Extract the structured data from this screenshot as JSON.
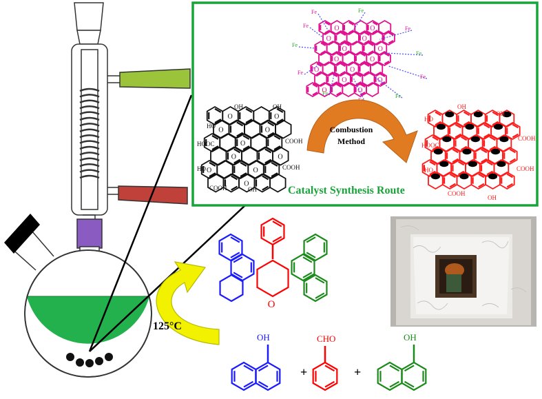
{
  "labels": {
    "combustion_line1": "Combustion",
    "combustion_line2": "Method",
    "route": "Catalyst Synthesis Route",
    "temperature": "125°C",
    "oh": "OH",
    "cho": "CHO",
    "o": "O",
    "plus": "+",
    "hooc": "HOOC",
    "cooh": "COOH",
    "ho": "HO",
    "fe": "Fe"
  },
  "colors": {
    "frame_green": "#1aa33a",
    "liquid_green": "#22b14c",
    "condenser_green_tube": "#9bc43b",
    "condenser_red_tube": "#c0403a",
    "joint_purple": "#8a5cc2",
    "arrow_orange": "#e07b22",
    "arrow_yellow": "#f2f200",
    "product_blue": "#1a1aff",
    "product_red": "#ff0000",
    "product_green": "#1a8a1a",
    "catalyst_magenta": "#e0108f",
    "catalyst_red": "#ff1a1a",
    "route_text_green": "#1aa33a"
  },
  "icons": [
    "reflux-condenser-icon",
    "round-bottom-flask-icon",
    "furnace-photo-icon"
  ]
}
